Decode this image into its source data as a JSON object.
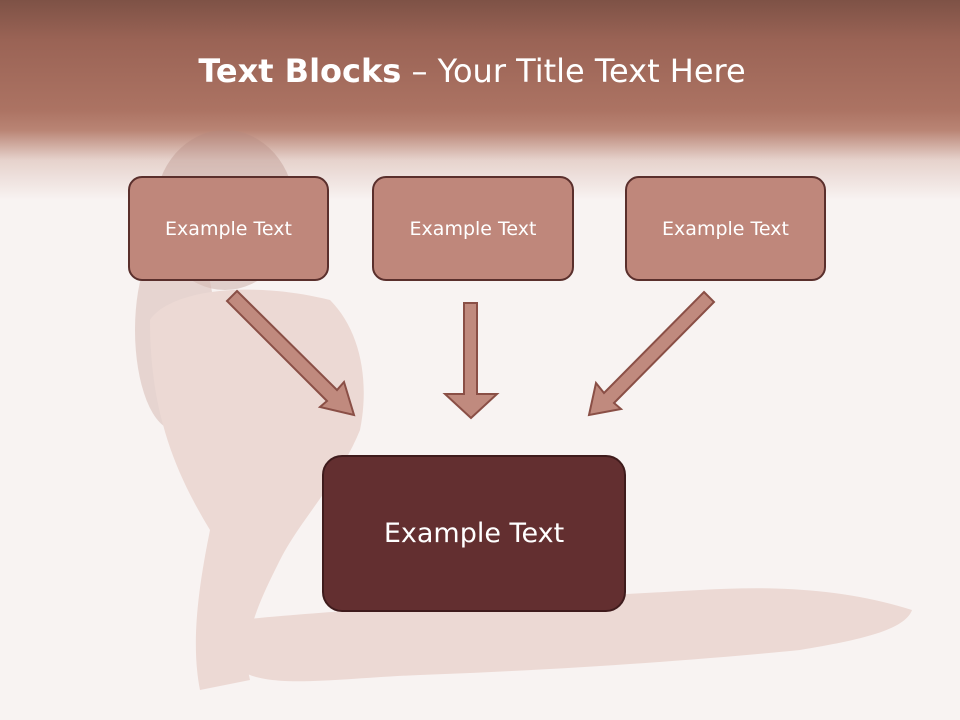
{
  "title": {
    "bold_part": "Text Blocks",
    "rest": " – Your Title Text Here"
  },
  "boxes": [
    {
      "label": "Example Text"
    },
    {
      "label": "Example Text"
    },
    {
      "label": "Example Text"
    }
  ],
  "main_box": {
    "label": "Example Text"
  },
  "colors": {
    "header_band": "#a46b5c",
    "small_box_fill": "#bf877b",
    "small_box_border": "#5a2f2c",
    "main_box_fill": "#632f30",
    "arrow_fill": "#c08a7e",
    "arrow_stroke": "#8a4f46"
  }
}
